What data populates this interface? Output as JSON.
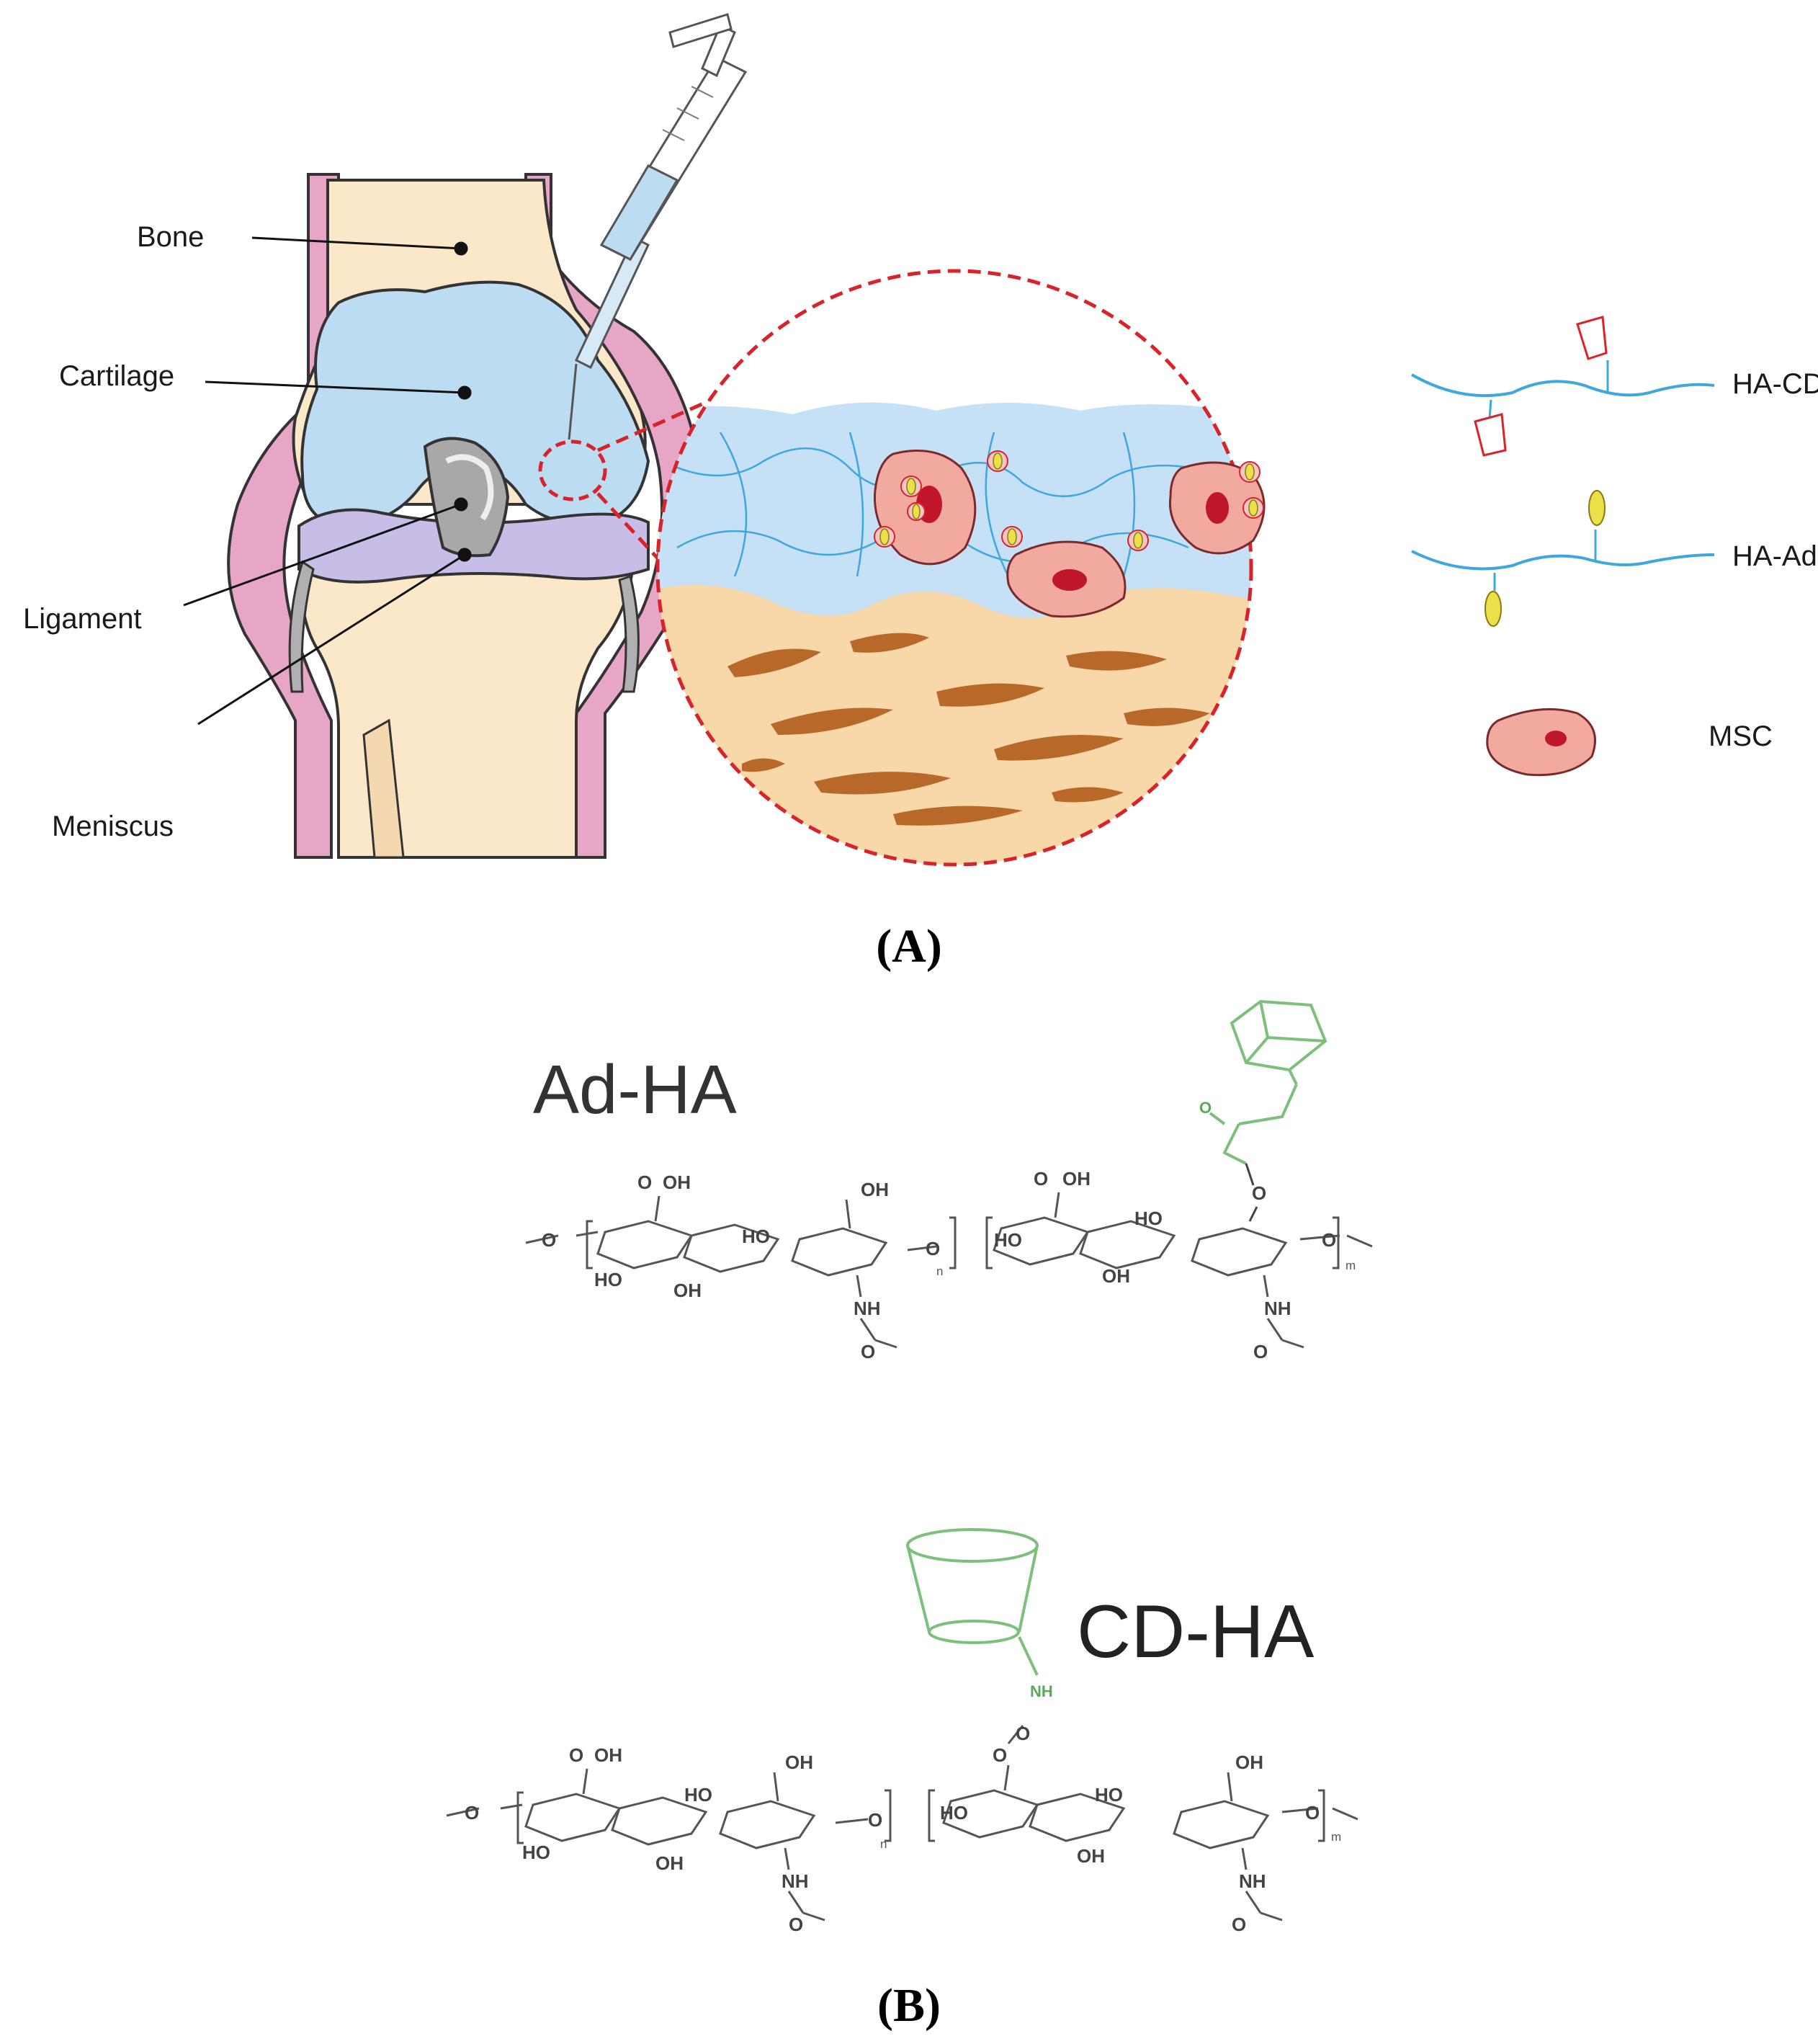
{
  "panel_a": {
    "label": "(A)",
    "anatomy_labels": {
      "bone": "Bone",
      "cartilage": "Cartilage",
      "ligament": "Ligament",
      "meniscus": "Meniscus"
    },
    "legend": {
      "ha_cd": "HA-CD",
      "ha_ad": "HA-Ad",
      "msc": "MSC"
    },
    "colors": {
      "cartilage_blue": "#bcdcf2",
      "bone_cream": "#fbe8c8",
      "synovium_pink": "#e8a6c6",
      "meniscus_purple": "#c8bde6",
      "zoom_red": "#d8232a",
      "polymer_blue": "#3ea7de",
      "adamantane_yellow": "#ece04a",
      "cell_pink": "#f2aaa0",
      "collagen_brown": "#b8692a"
    }
  },
  "panel_b": {
    "label": "(B)",
    "title_ad": "Ad-HA",
    "title_cd": "CD-HA",
    "chem_atoms": {
      "oh": "OH",
      "ho": "HO",
      "o": "O",
      "nh": "NH",
      "n": "n",
      "m": "m"
    },
    "highlight_color": "#7cc07c"
  }
}
